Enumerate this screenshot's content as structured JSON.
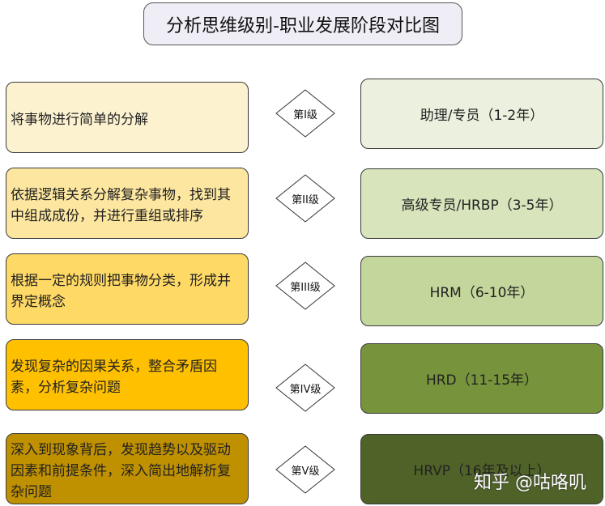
{
  "title": "分析思维级别-职业发展阶段对比图",
  "rows": [
    {
      "description": "将事物进行简单的分解",
      "level": "第I级",
      "stage": "助理/专员（1-2年）",
      "left_color": "#fdf2d0",
      "right_color": "#ebf1de"
    },
    {
      "description": "依据逻辑关系分解复杂事物，找到其中组成成份，并进行重组或排序",
      "level": "第II级",
      "stage": "高级专员/HRBP（3-5年）",
      "left_color": "#fde7a0",
      "right_color": "#d7e4bc"
    },
    {
      "description": "根据一定的规则把事物分类，形成并界定概念",
      "level": "第III级",
      "stage": "HRM（6-10年）",
      "left_color": "#ffd966",
      "right_color": "#c3d69b"
    },
    {
      "description": "发现复杂的因果关系，整合矛盾因素，分析复杂问题",
      "level": "第IV级",
      "stage": "HRD（11-15年）",
      "left_color": "#ffc000",
      "right_color": "#77933c"
    },
    {
      "description": "深入到现象背后，发现趋势以及驱动因素和前提条件，深入简出地解析复杂问题",
      "level": "第V级",
      "stage": "HRVP（16年及以上）",
      "left_color": "#bf9000",
      "right_color": "#4f6228"
    }
  ],
  "watermark": "知乎 @咕咯叽"
}
